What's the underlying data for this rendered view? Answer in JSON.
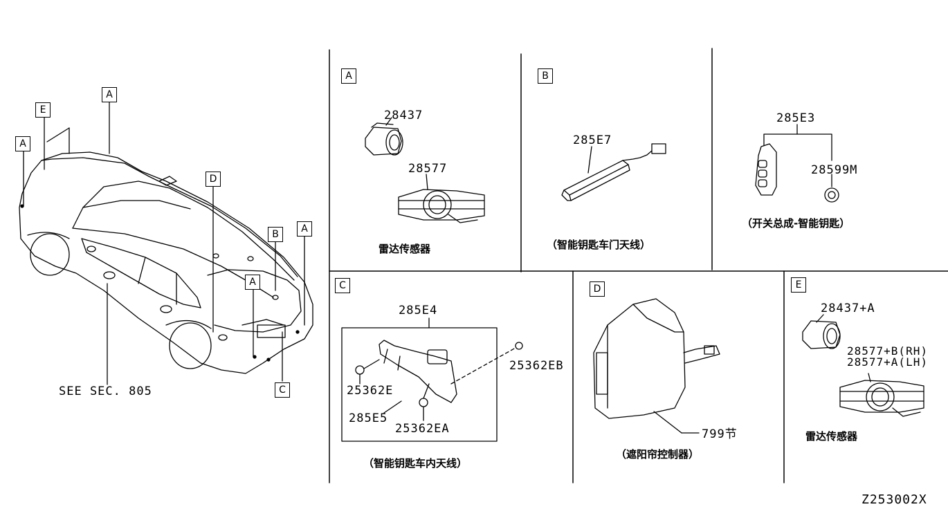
{
  "reference_code": "Z253002X",
  "vehicle": {
    "tags": [
      "A",
      "E",
      "A",
      "D",
      "B",
      "A",
      "A",
      "C"
    ],
    "see_section": "SEE SEC. 805"
  },
  "panels": {
    "A": {
      "tag": "A",
      "parts": [
        "28437",
        "28577"
      ],
      "caption": "雷达传感器"
    },
    "B": {
      "tag": "B",
      "parts": [
        "285E7"
      ],
      "caption": "（智能钥匙车门天线）"
    },
    "key": {
      "parts": [
        "285E3",
        "28599M"
      ],
      "caption": "（开关总成-智能钥匙）"
    },
    "C": {
      "tag": "C",
      "parts": [
        "285E4",
        "25362EB",
        "25362E",
        "285E5",
        "25362EA"
      ],
      "caption": "（智能钥匙车内天线）"
    },
    "D": {
      "tag": "D",
      "parts": [
        "799节"
      ],
      "caption": "（遮阳帘控制器）"
    },
    "E": {
      "tag": "E",
      "parts": [
        "28437+A",
        "28577+B(RH)",
        "28577+A(LH)"
      ],
      "caption": "雷达传感器"
    }
  }
}
